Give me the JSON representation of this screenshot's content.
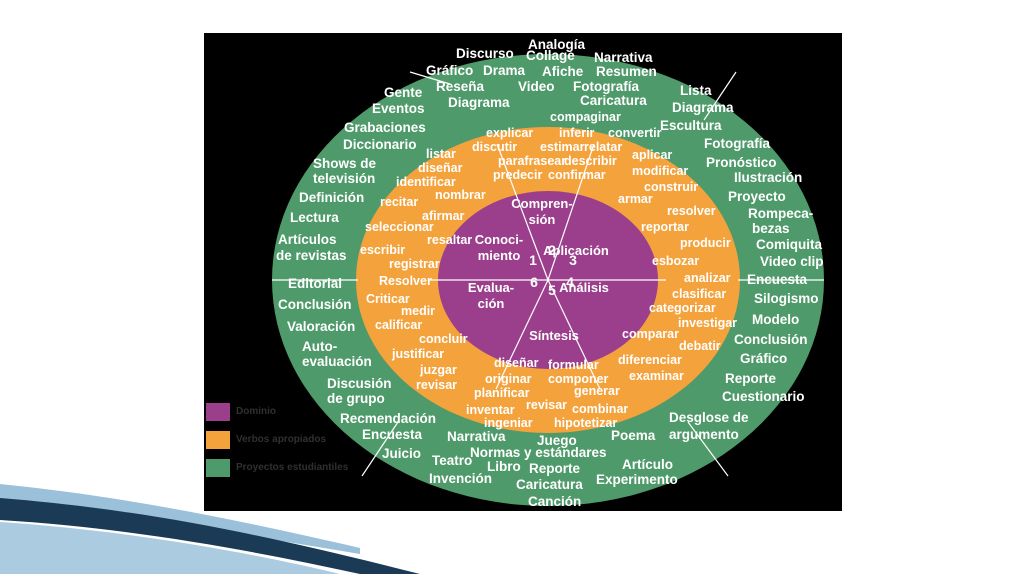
{
  "colors": {
    "panel": "#000000",
    "projects": "#4f9a6a",
    "verbs": "#f4a23c",
    "domain": "#9b3f8c",
    "text_outer": "#ffffff",
    "text_mid": "#ffffff",
    "text_inner": "#ffffff",
    "divider": "#ffffff",
    "ribbon_dark": "#1b3a55",
    "ribbon_light": "#8fb9d6"
  },
  "legend": [
    {
      "label": "Dominio",
      "color": "#9b3f8c"
    },
    {
      "label": "Verbos apropiados",
      "color": "#f4a23c"
    },
    {
      "label": "Proyectos estudiantiles",
      "color": "#4f9a6a"
    }
  ],
  "domains": [
    {
      "name": "Comprensión",
      "lines": [
        "Compren-",
        "sión"
      ],
      "number": "2"
    },
    {
      "name": "Aplicación",
      "lines": [
        "Aplicación"
      ],
      "number": "3"
    },
    {
      "name": "Análisis",
      "lines": [
        "Análisis"
      ],
      "number": "4"
    },
    {
      "name": "Síntesis",
      "lines": [
        "Síntesis"
      ],
      "number": "5"
    },
    {
      "name": "Evaluación",
      "lines": [
        "Evalua-",
        "ción"
      ],
      "number": "6"
    },
    {
      "name": "Conocimiento",
      "lines": [
        "Conoci-",
        "miento"
      ],
      "number": "1"
    }
  ],
  "verbs": {
    "comprension": [
      "compaginar",
      "explicar",
      "inferir",
      "convertir",
      "discutir",
      "estimar",
      "relatar",
      "parafrasear",
      "describir",
      "predecir",
      "confirmar"
    ],
    "aplicacion": [
      "aplicar",
      "modificar",
      "construir",
      "armar",
      "resolver",
      "reportar",
      "producir",
      "esbozar"
    ],
    "analisis": [
      "analizar",
      "clasificar",
      "categorizar",
      "investigar",
      "comparar",
      "debatir",
      "diferenciar",
      "examinar"
    ],
    "sintesis": [
      "diseñar",
      "formular",
      "originar",
      "componer",
      "planificar",
      "generar",
      "revisar",
      "inventar",
      "combinar",
      "ingeniar",
      "hipotetizar"
    ],
    "evaluacion": [
      "Resolver",
      "Criticar",
      "medir",
      "calificar",
      "concluir",
      "justificar",
      "juzgar",
      "revisar"
    ],
    "conocimiento": [
      "listar",
      "diseñar",
      "identificar",
      "nombrar",
      "recitar",
      "afirmar",
      "seleccionar",
      "resaltar",
      "escribir",
      "registrar"
    ]
  },
  "projects": {
    "comprension": [
      "Analogía",
      "Discurso",
      "Collage",
      "Narrativa",
      "Gráfico",
      "Drama",
      "Afiche",
      "Resumen",
      "Reseña",
      "Video",
      "Fotografía",
      "Diagrama",
      "Caricatura"
    ],
    "aplicacion": [
      "Lista",
      "Diagrama",
      "Escultura",
      "Fotografía",
      "Pronóstico",
      "Ilustración",
      "Proyecto",
      "Rompeca-",
      "bezas",
      "Comiquita",
      "Video clip"
    ],
    "analisis": [
      "Encuesta",
      "Silogismo",
      "Modelo",
      "Conclusión",
      "Gráfico",
      "Reporte",
      "Cuestionario",
      "Desglose de",
      "argumento"
    ],
    "sintesis": [
      "Narrativa",
      "Juego",
      "Poema",
      "Normas y estándares",
      "Teatro",
      "Libro",
      "Reporte",
      "Artículo",
      "Invención",
      "Caricatura",
      "Experimento",
      "Canción"
    ],
    "evaluacion": [
      "Editorial",
      "Conclusión",
      "Valoración",
      "Auto-",
      "evaluación",
      "Discusión",
      "de grupo",
      "Recmendación",
      "Encuesta",
      "Juicio"
    ],
    "conocimiento": [
      "Gente",
      "Eventos",
      "Grabaciones",
      "Diccionario",
      "Shows de",
      "televisión",
      "Definición",
      "Lectura",
      "Artículos",
      "de revistas"
    ]
  }
}
